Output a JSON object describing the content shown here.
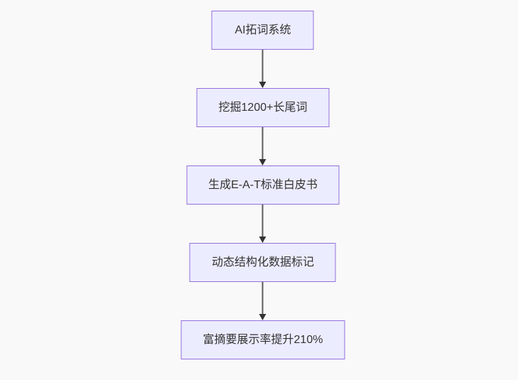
{
  "page": {
    "background": "#f9f9f9"
  },
  "flowchart": {
    "type": "flowchart",
    "direction": "top-down",
    "nodes": [
      {
        "id": "A",
        "label": "AI拓词系统"
      },
      {
        "id": "B",
        "label": "挖掘1200+长尾词"
      },
      {
        "id": "C",
        "label": "生成E-A-T标准白皮书"
      },
      {
        "id": "D",
        "label": "动态结构化数据标记"
      },
      {
        "id": "E",
        "label": "富摘要展示率提升210%"
      }
    ],
    "edges": [
      {
        "from": "A",
        "to": "B",
        "label": ""
      },
      {
        "from": "B",
        "to": "C",
        "label": ""
      },
      {
        "from": "C",
        "to": "D",
        "label": ""
      },
      {
        "from": "D",
        "to": "E",
        "label": ""
      }
    ],
    "style": {
      "node_fill": "#ECECFF",
      "node_border": "#9370DB",
      "edge_line": "#5b5b5b",
      "edge_head": "#333333",
      "text_color": "#333333"
    }
  }
}
